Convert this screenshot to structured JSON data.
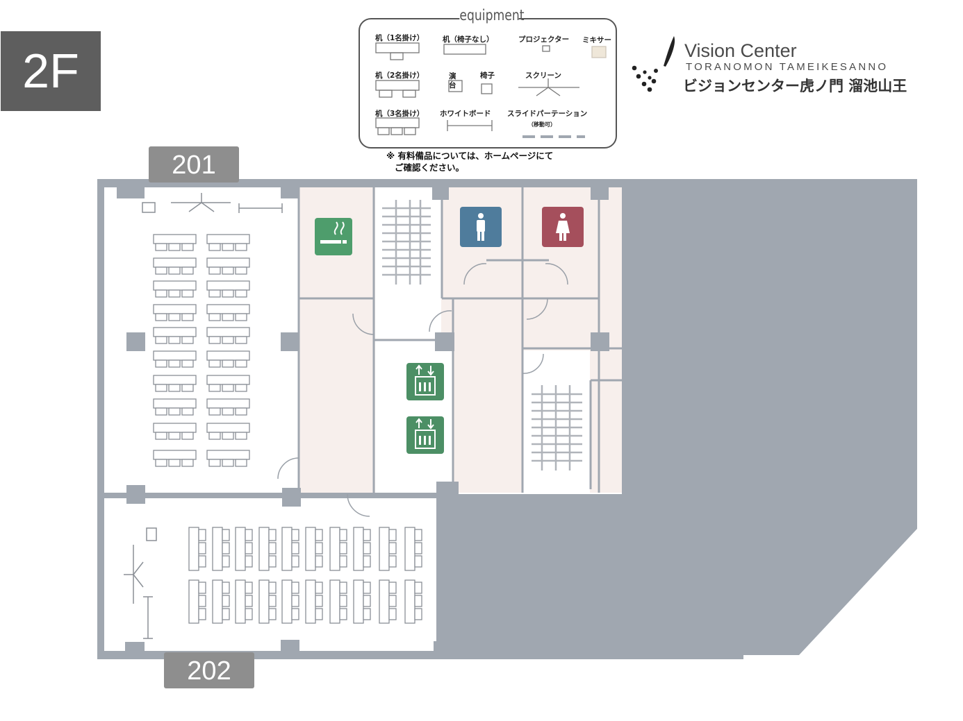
{
  "floor": "2F",
  "rooms": {
    "r201": "201",
    "r202": "202"
  },
  "legend": {
    "title": "equipment",
    "desk1": "机（1名掛け）",
    "desk_nochair": "机（椅子なし）",
    "projector": "プロジェクター",
    "mixer": "ミキサー",
    "desk2": "机（2名掛け）",
    "stage_a": "演",
    "stage_b": "台",
    "chair": "椅子",
    "screen": "スクリーン",
    "desk3": "机（3名掛け）",
    "whiteboard": "ホワイトボード",
    "partition": "スライドパーテーション",
    "partition_note": "（移動可）"
  },
  "note": {
    "line1": "※ 有料備品については、ホームページにて",
    "line2": "ご確認ください。"
  },
  "brand": {
    "name_en": "Vision Center",
    "sub_en": "TORANOMON TAMEIKESANNO",
    "name_jp": "ビジョンセンター虎ノ門 溜池山王"
  },
  "colors": {
    "wall": "#a0a7b0",
    "core_fill": "#f7efec",
    "smoking": "#4e9d6c",
    "elevator": "#4c8f65",
    "men": "#4f7c9c",
    "women": "#a54f5c",
    "badge": "#5e5e5e"
  },
  "icons": [
    "smoking-area-icon",
    "elevator-icon",
    "men-restroom-icon",
    "women-restroom-icon",
    "stairs-icon"
  ]
}
